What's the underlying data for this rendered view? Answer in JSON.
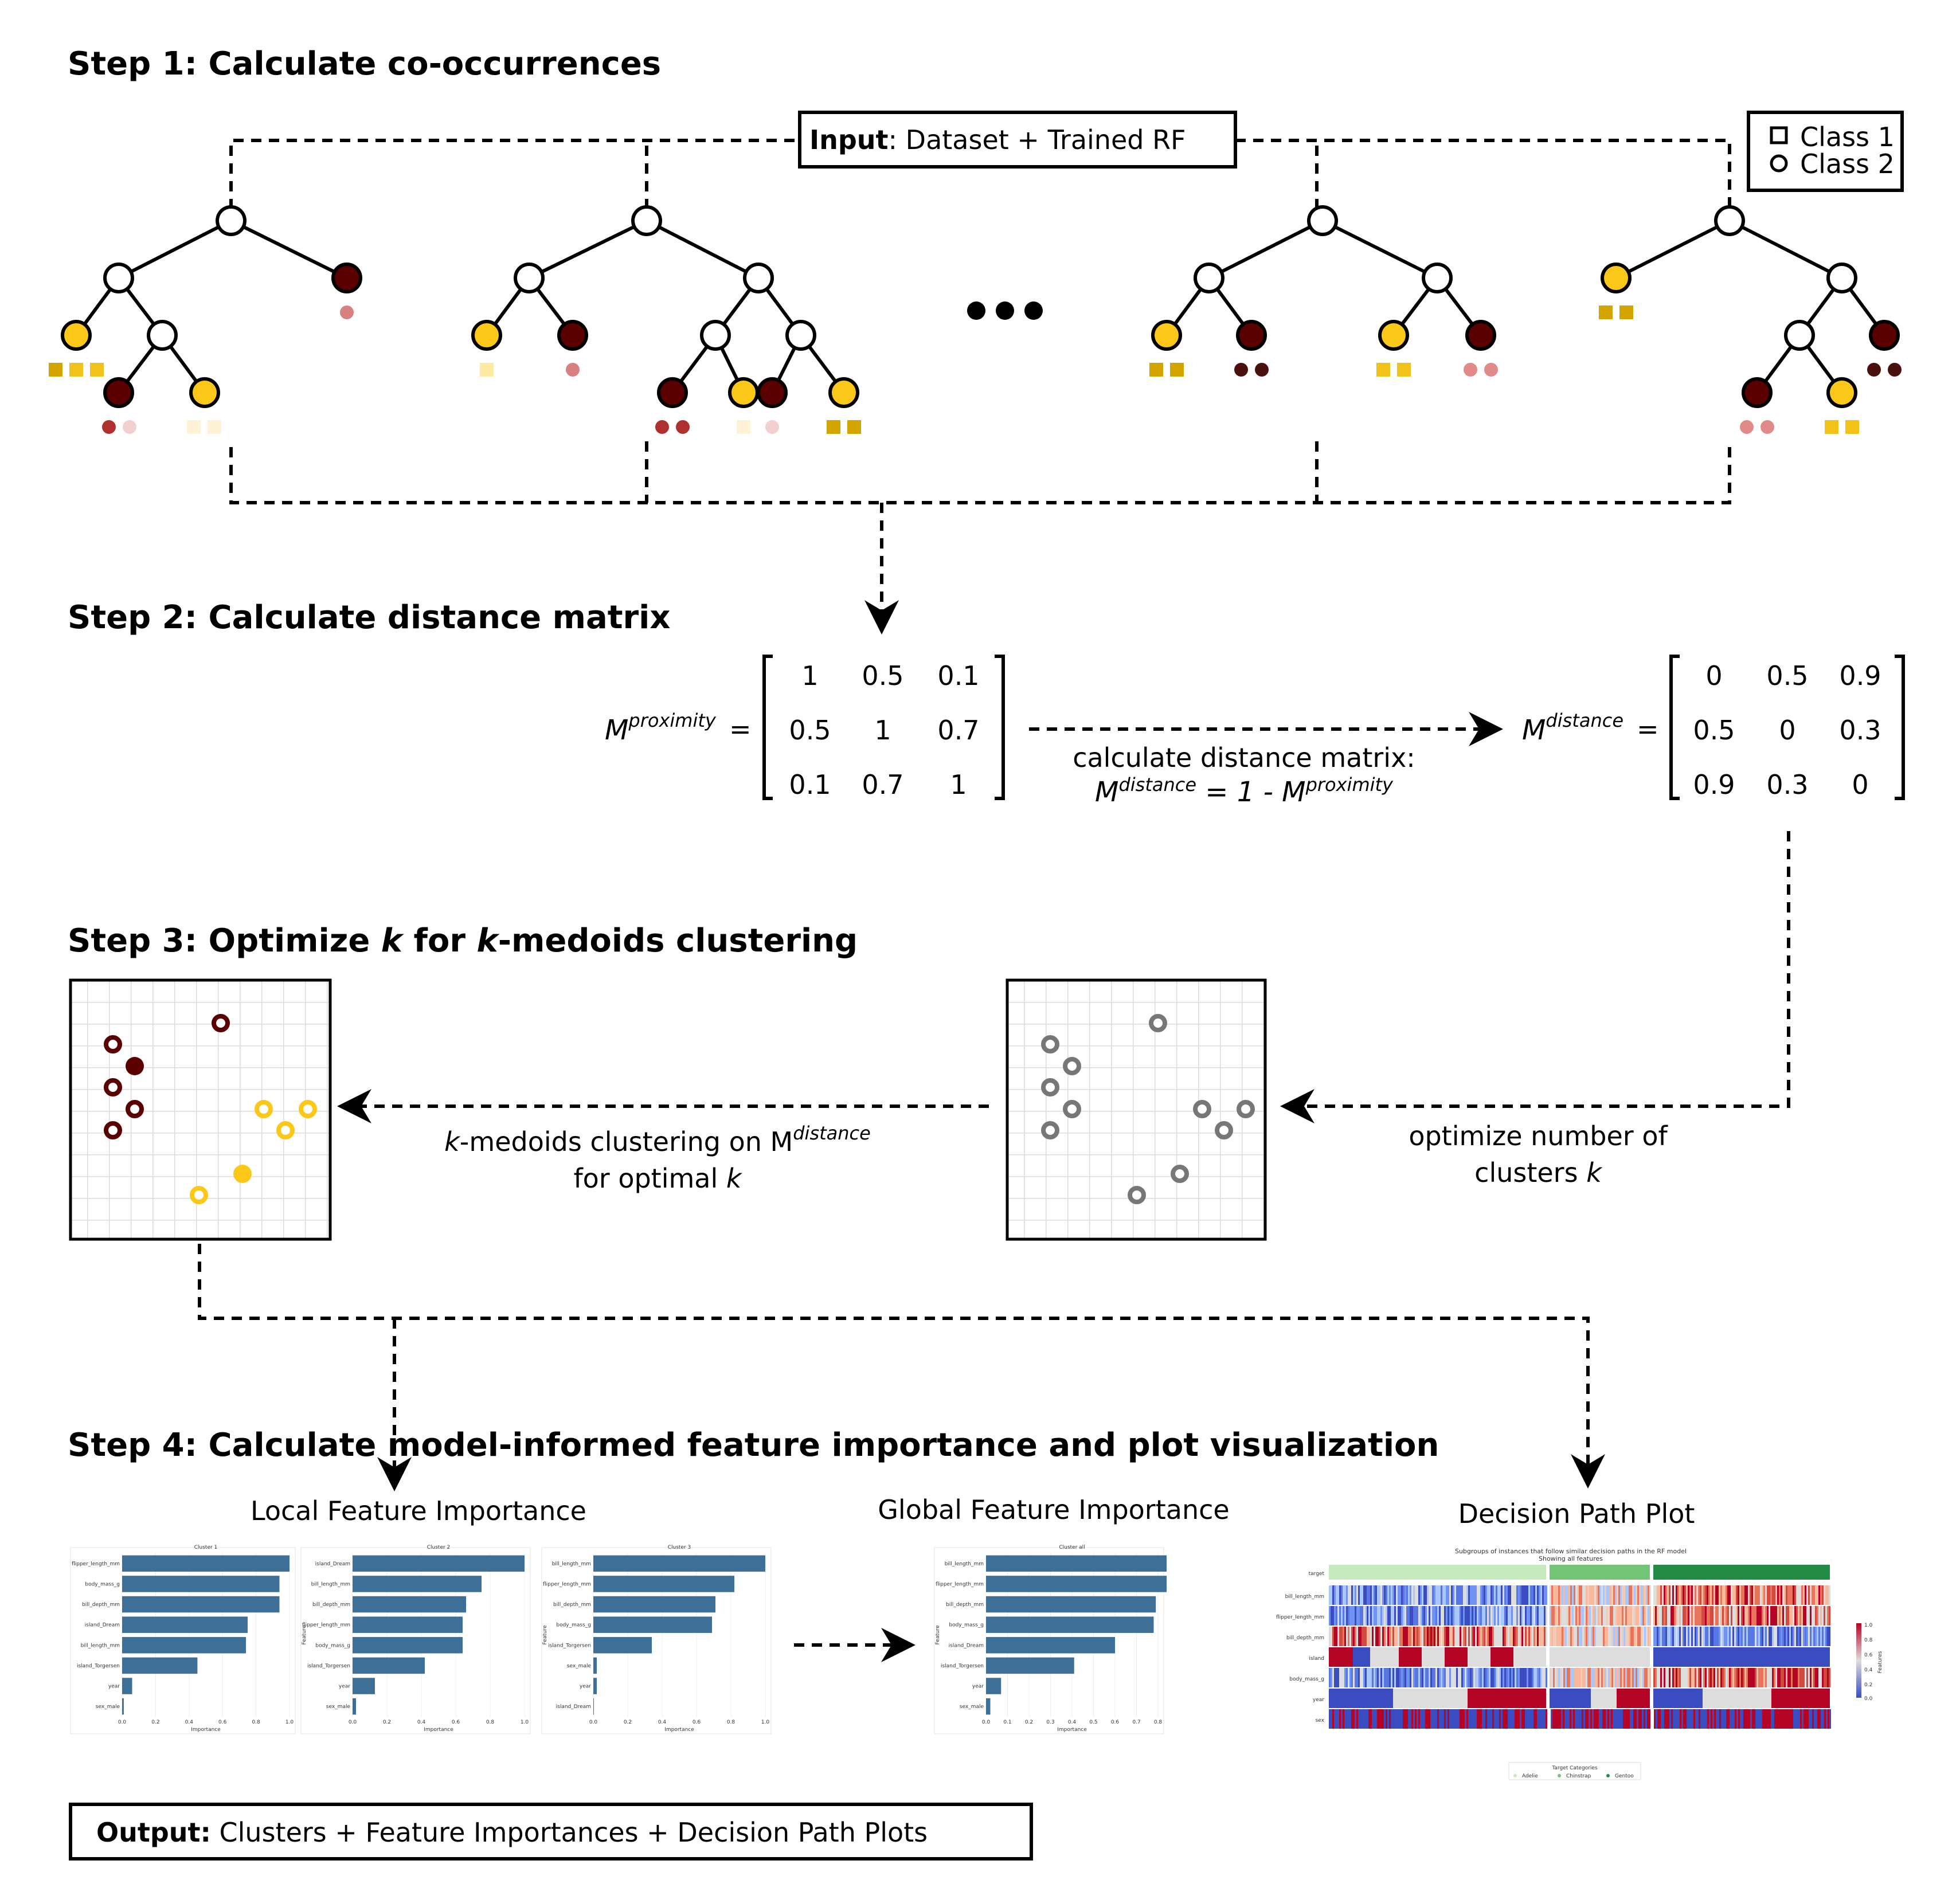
{
  "steps": {
    "step1": "Step 1: Calculate co-occurrences",
    "step2": "Step 2: Calculate distance matrix",
    "step3_a": "Step 3: Optimize ",
    "step3_k1": "k",
    "step3_b": " for ",
    "step3_k2": "k",
    "step3_c": "-medoids clustering",
    "step4": "Step 4: Calculate model-informed feature importance and plot visualization"
  },
  "input_box": {
    "bold": "Input",
    "rest": ": Dataset + Trained RF"
  },
  "legend": {
    "class1": "Class 1",
    "class2": "Class 2"
  },
  "colors": {
    "yellow": "#fbc81a",
    "darkred": "#5a0000",
    "steel": "#3e6f96",
    "gold": "#d4a500",
    "grey": "#777777"
  },
  "matrices": {
    "prox_symbol": "M",
    "prox_sup": "proximity",
    "prox_values": [
      [
        "1",
        "0.5",
        "0.1"
      ],
      [
        "0.5",
        "1",
        "0.7"
      ],
      [
        "0.1",
        "0.7",
        "1"
      ]
    ],
    "dist_symbol": "M",
    "dist_sup": "distance",
    "dist_values": [
      [
        "0",
        "0.5",
        "0.9"
      ],
      [
        "0.5",
        "0",
        "0.3"
      ],
      [
        "0.9",
        "0.3",
        "0"
      ]
    ],
    "equals": "=",
    "arrow_label_1": "calculate distance matrix:",
    "arrow_label_2_pre": "M",
    "arrow_label_2_sup1": "distance",
    "arrow_label_2_mid": " = 1 - M",
    "arrow_label_2_sup2": "proximity"
  },
  "step3": {
    "optimize_line1": "optimize number of",
    "optimize_line2_pre": "clusters ",
    "optimize_line2_k": "k",
    "kmed_line1_k": "k",
    "kmed_line1_rest": "-medoids clustering on M",
    "kmed_line1_sup": "distance",
    "kmed_line2_pre": "for optimal ",
    "kmed_line2_k": "k"
  },
  "step4": {
    "local_title": "Local Feature Importance",
    "global_title": "Global Feature Importance",
    "dpp_title": "Decision Path Plot",
    "importance_axis": "Importance",
    "feature_axis": "Feature",
    "x_ticks": [
      "0.0",
      "0.2",
      "0.4",
      "0.6",
      "0.8",
      "1.0"
    ],
    "global_x_ticks": [
      "0.0",
      "0.1",
      "0.2",
      "0.3",
      "0.4",
      "0.5",
      "0.6",
      "0.7",
      "0.8"
    ],
    "charts": [
      {
        "title": "Cluster 1",
        "features": [
          "flipper_length_mm",
          "body_mass_g",
          "bill_depth_mm",
          "island_Dream",
          "bill_length_mm",
          "island_Torgersen",
          "year",
          "sex_male"
        ],
        "values": [
          1.0,
          0.94,
          0.94,
          0.75,
          0.74,
          0.45,
          0.06,
          0.01
        ]
      },
      {
        "title": "Cluster 2",
        "features": [
          "island_Dream",
          "bill_length_mm",
          "bill_depth_mm",
          "flipper_length_mm",
          "body_mass_g",
          "island_Torgersen",
          "year",
          "sex_male"
        ],
        "values": [
          1.0,
          0.75,
          0.66,
          0.64,
          0.64,
          0.42,
          0.13,
          0.02
        ]
      },
      {
        "title": "Cluster 3",
        "features": [
          "bill_length_mm",
          "flipper_length_mm",
          "bill_depth_mm",
          "body_mass_g",
          "island_Torgersen",
          "sex_male",
          "year",
          "island_Dream"
        ],
        "values": [
          1.0,
          0.82,
          0.71,
          0.69,
          0.34,
          0.02,
          0.02,
          0.0
        ]
      },
      {
        "title": "Cluster all",
        "features": [
          "bill_length_mm",
          "flipper_length_mm",
          "bill_depth_mm",
          "body_mass_g",
          "island_Dream",
          "island_Torgersen",
          "year",
          "sex_male"
        ],
        "values": [
          0.84,
          0.84,
          0.79,
          0.78,
          0.6,
          0.41,
          0.07,
          0.02
        ]
      }
    ],
    "dpp": {
      "title": "Subgroups of instances that follow similar decision paths in the RF model",
      "subtitle": "Showing all features",
      "rows": [
        "target",
        "bill_length_mm",
        "flipper_length_mm",
        "bill_depth_mm",
        "island",
        "body_mass_g",
        "year",
        "sex"
      ],
      "colorbar_label": "Features",
      "colorbar_ticks": [
        "1.0",
        "0.8",
        "0.6",
        "0.4",
        "0.2",
        "0.0"
      ],
      "legend_title": "Target Categories",
      "legend_items": [
        "Adelie",
        "Chinstrap",
        "Gentoo"
      ]
    }
  },
  "output_box": {
    "bold": "Output:",
    "rest": " Clusters + Feature Importances + Decision Path Plots"
  }
}
